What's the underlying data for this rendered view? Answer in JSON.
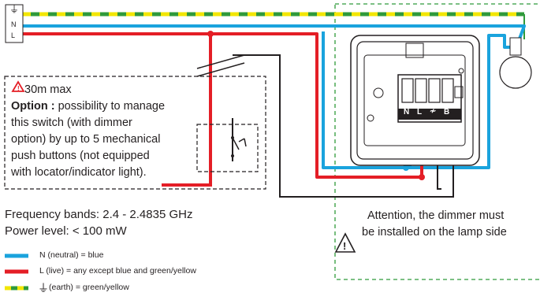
{
  "terminals": {
    "earth_symbol": "⏚",
    "neutral": "N",
    "live": "L"
  },
  "option_box": {
    "distance_label": "30m max",
    "option_bold": "Option :",
    "option_rest_line1": " possibility to manage",
    "line2": "this switch (with dimmer",
    "line3": "option) by up to 5 mechanical",
    "line4": "push buttons (not equipped",
    "line5": "with locator/indicator light)."
  },
  "specs": {
    "frequency": "Frequency bands: 2.4 - 2.4835 GHz",
    "power": "Power level: < 100 mW"
  },
  "attention": {
    "line1": "Attention, the dimmer must",
    "line2": "be installed on the lamp side"
  },
  "module_terminals": {
    "n": "N",
    "l": "L",
    "lamp": "≁",
    "b": "B"
  },
  "legend": [
    {
      "label": "N (neutral) = blue",
      "color": "#1aa3dd"
    },
    {
      "label": "L (live) = any except blue and green/yellow",
      "color": "#e41e26"
    },
    {
      "label": "(earth) = green/yellow",
      "color": "#2f9a3a",
      "color2": "#f2e600",
      "symbol": "⏚"
    }
  ],
  "colors": {
    "neutral_blue": "#1aa3dd",
    "live_red": "#e41e26",
    "earth_green": "#2f9a3a",
    "earth_yellow": "#f2e600",
    "traveller_grey": "#231f20",
    "outline_green": "#2f9a3a"
  }
}
